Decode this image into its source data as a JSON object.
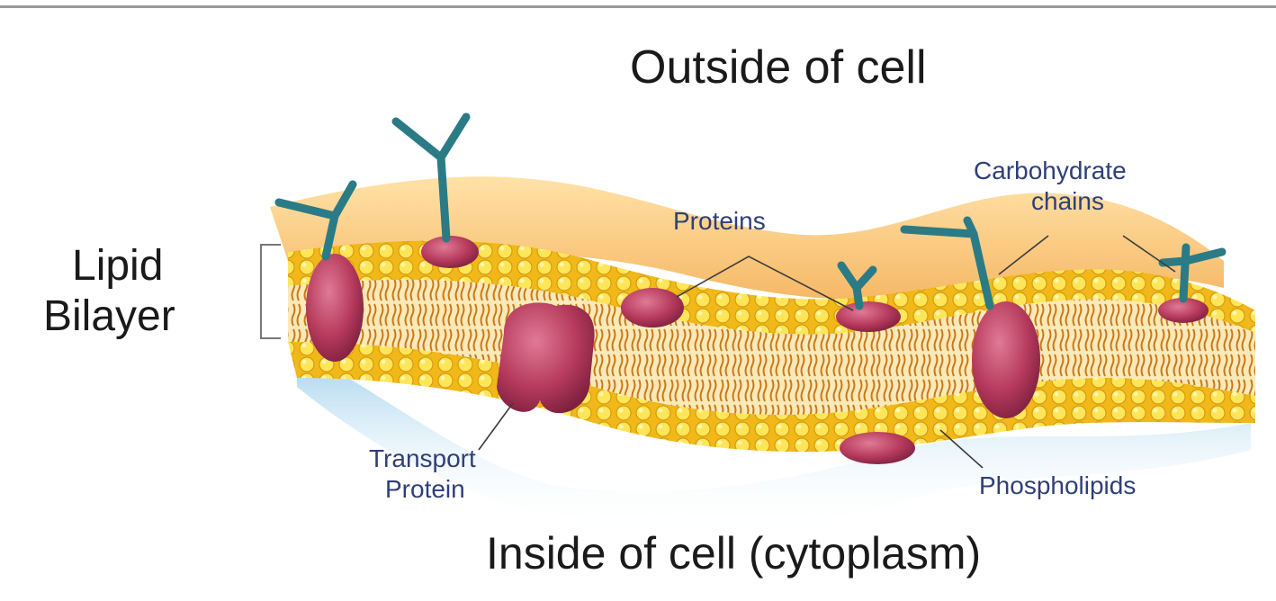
{
  "labels": {
    "outside": "Outside of cell",
    "inside": "Inside of cell (cytoplasm)",
    "lipid_line1": "Lipid",
    "lipid_line2": "Bilayer",
    "proteins": "Proteins",
    "carbohydrate_line1": "Carbohydrate",
    "carbohydrate_line2": "chains",
    "transport_line1": "Transport",
    "transport_line2": "Protein",
    "phospholipids": "Phospholipids"
  },
  "colors": {
    "membrane_gold": "#f2c218",
    "head_yellow": "#ffe34a",
    "protein_red": "#b63a5c",
    "carbohydrate_teal": "#2a7b86",
    "label_blue": "#2f3f78",
    "shadow_blue": "#9fd0ec"
  }
}
